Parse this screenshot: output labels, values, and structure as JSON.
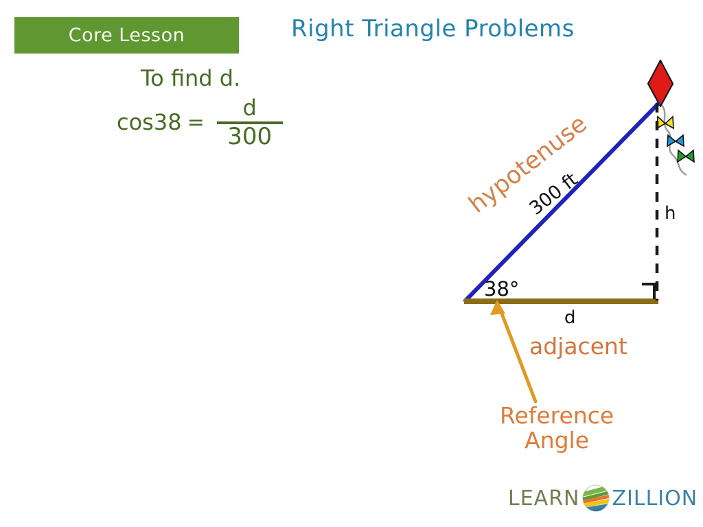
{
  "badge": {
    "label": "Core Lesson",
    "color": "#5f9731"
  },
  "title": {
    "text": "Right Triangle Problems",
    "color": "#2383ab"
  },
  "work": {
    "color": "#4a6b27",
    "line1": "To find d.",
    "equation_lhs": "cos38",
    "equals": "=",
    "numerator": "d",
    "denominator": "300"
  },
  "diagram": {
    "hypotenuse_label": "hypotenuse",
    "hypotenuse_length": "300 ft",
    "angle_label": "38°",
    "height_label": "h",
    "adjacent_label": "d",
    "adjacent_name": "adjacent",
    "reference_angle_line1": "Reference",
    "reference_angle_line2": "Angle",
    "colors": {
      "hypotenuse_line": "#2222bb",
      "adjacent_line": "#8a6d15",
      "height_dashed": "#1a1a1a",
      "orange_text": "#d4763a",
      "pointer_arrow": "#e09a20",
      "kite_body": "#e01b16",
      "kite_outline": "#111111",
      "bow_yellow": "#f2e01c",
      "bow_blue": "#1f9ddb",
      "bow_green": "#1f9c2e",
      "string": "#999999"
    }
  },
  "brand": {
    "learn": "LEARN",
    "zillion": "ZILLION",
    "globe_icon": "globe-icon",
    "learn_color": "#6f7f52",
    "zillion_color": "#3b83a6"
  }
}
